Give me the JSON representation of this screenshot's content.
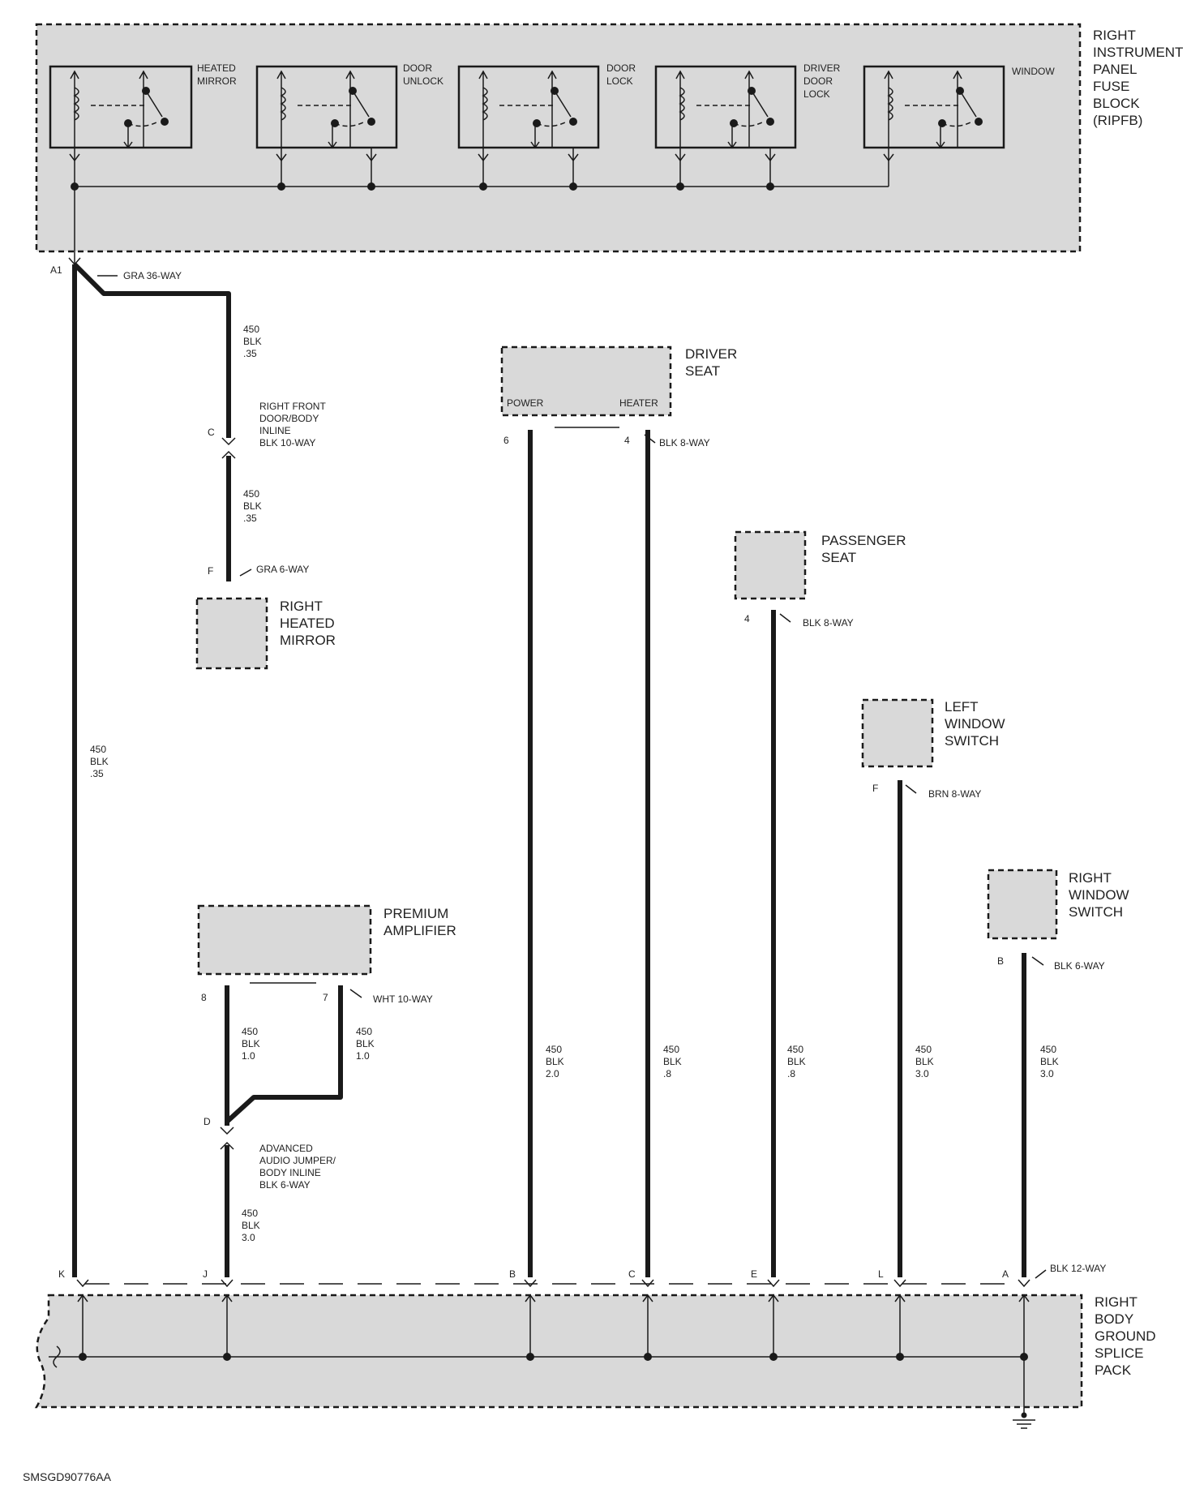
{
  "fuse_block": {
    "title": [
      "RIGHT",
      "INSTRUMENT",
      "PANEL",
      "FUSE",
      "BLOCK",
      "(RIPFB)"
    ],
    "relays": [
      {
        "id": "heated-mirror",
        "label": [
          "HEATED",
          "MIRROR"
        ]
      },
      {
        "id": "door-unlock",
        "label": [
          "DOOR",
          "UNLOCK"
        ]
      },
      {
        "id": "door-lock",
        "label": [
          "DOOR",
          "LOCK"
        ]
      },
      {
        "id": "driver-door-lock",
        "label": [
          "DRIVER",
          "DOOR",
          "LOCK"
        ]
      },
      {
        "id": "window",
        "label": [
          "WINDOW"
        ]
      }
    ],
    "pin": "A1",
    "connector": "GRA 36-WAY"
  },
  "wires": {
    "main": [
      "450",
      "BLK",
      ".35"
    ],
    "mirror_upper": [
      "450",
      "BLK",
      ".35"
    ],
    "mirror_lower": [
      "450",
      "BLK",
      ".35"
    ],
    "amp_8": [
      "450",
      "BLK",
      "1.0"
    ],
    "amp_7": [
      "450",
      "BLK",
      "1.0"
    ],
    "amp_lower": [
      "450",
      "BLK",
      "3.0"
    ],
    "seat_power": [
      "450",
      "BLK",
      "2.0"
    ],
    "seat_heater": [
      "450",
      "BLK",
      ".8"
    ],
    "passenger": [
      "450",
      "BLK",
      ".8"
    ],
    "left_window": [
      "450",
      "BLK",
      "3.0"
    ],
    "right_window": [
      "450",
      "BLK",
      "3.0"
    ]
  },
  "inline_right_front": {
    "pin": "C",
    "label": [
      "RIGHT FRONT",
      "DOOR/BODY",
      "INLINE",
      "BLK 10-WAY"
    ]
  },
  "mirror": {
    "pin": "F",
    "connector": "GRA 6-WAY",
    "label": [
      "RIGHT",
      "HEATED",
      "MIRROR"
    ]
  },
  "driver_seat": {
    "label": [
      "DRIVER",
      "SEAT"
    ],
    "power_label": "POWER",
    "heater_label": "HEATER",
    "pin_power": "6",
    "pin_heater": "4",
    "connector": "BLK 8-WAY"
  },
  "passenger_seat": {
    "label": [
      "PASSENGER",
      "SEAT"
    ],
    "pin": "4",
    "connector": "BLK 8-WAY"
  },
  "left_window_switch": {
    "label": [
      "LEFT",
      "WINDOW",
      "SWITCH"
    ],
    "pin": "F",
    "connector": "BRN 8-WAY"
  },
  "right_window_switch": {
    "label": [
      "RIGHT",
      "WINDOW",
      "SWITCH"
    ],
    "pin": "B",
    "connector": "BLK 6-WAY"
  },
  "amplifier": {
    "label": [
      "PREMIUM",
      "AMPLIFIER"
    ],
    "pin_8": "8",
    "pin_7": "7",
    "connector": "WHT 10-WAY"
  },
  "audio_jumper": {
    "pin": "D",
    "label": [
      "ADVANCED",
      "AUDIO JUMPER/",
      "BODY INLINE",
      "BLK 6-WAY"
    ]
  },
  "splice_pack": {
    "pins": [
      "K",
      "J",
      "B",
      "C",
      "E",
      "L",
      "A"
    ],
    "connector": "BLK 12-WAY",
    "label": [
      "RIGHT",
      "BODY",
      "GROUND",
      "SPLICE",
      "PACK"
    ]
  },
  "footer": {
    "code": "SMSGD90776AA"
  }
}
